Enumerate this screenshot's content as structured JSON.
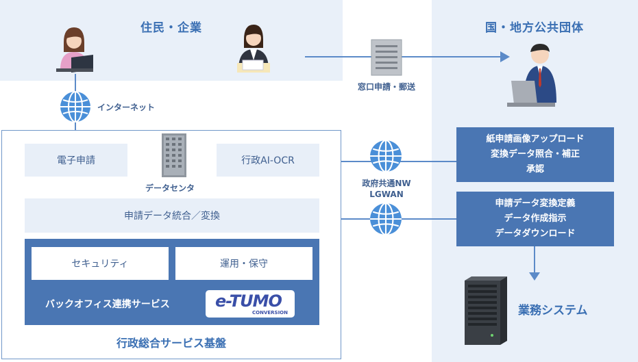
{
  "panels": {
    "citizens_title": "住民・企業",
    "government_title": "国・地方公共団体"
  },
  "labels": {
    "internet": "インターネット",
    "mail": "窓口申請・郵送",
    "datacenter": "データセンタ",
    "network_line1": "政府共通NW",
    "network_line2": "LGWAN",
    "business_system": "業務システム"
  },
  "platform": {
    "e_application": "電子申請",
    "ai_ocr": "行政AI-OCR",
    "integration": "申請データ統合／変換",
    "security": "セキュリティ",
    "operation": "運用・保守",
    "backoffice": "バックオフィス連携サービス",
    "logo_text": "e-TUMO",
    "logo_sub": "CONVERSION",
    "title": "行政総合サービス基盤"
  },
  "right_boxes": {
    "box1": [
      "紙申請画像アップロード",
      "変換データ照合・補正",
      "承認"
    ],
    "box2": [
      "申請データ変換定義",
      "データ作成指示",
      "データダウンロード"
    ]
  },
  "colors": {
    "panel_bg": "#e9f0f9",
    "accent": "#4a76b3",
    "line": "#5b8ac8"
  }
}
